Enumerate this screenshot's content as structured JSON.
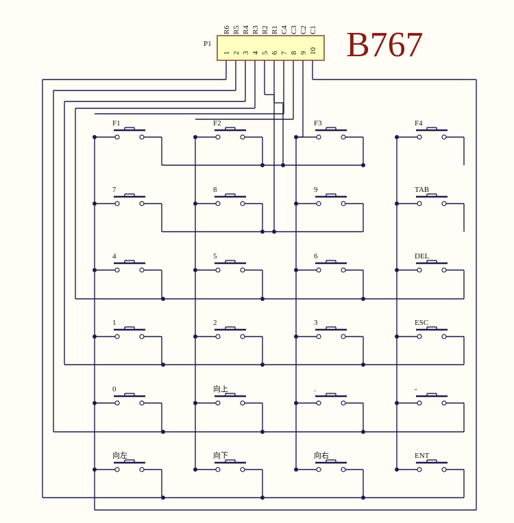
{
  "title": "B767",
  "connector": {
    "designator": "P1",
    "pin_numbers": [
      "1",
      "2",
      "3",
      "4",
      "5",
      "6",
      "7",
      "8",
      "9",
      "10"
    ],
    "pin_names": [
      "R6",
      "R5",
      "R4",
      "R3",
      "R2",
      "R1",
      "C4",
      "C3",
      "C2",
      "C1"
    ]
  },
  "colors": {
    "wire": "#1f1a4a",
    "connector_fill": "#ffffc0",
    "title": "#8b1a14",
    "background": "#fffdf5"
  },
  "keys": [
    [
      "F1",
      "F2",
      "F3",
      "F4"
    ],
    [
      "7",
      "8",
      "9",
      "TAB"
    ],
    [
      "4",
      "5",
      "6",
      "DEL"
    ],
    [
      "1",
      "2",
      "3",
      "ESC"
    ],
    [
      "0",
      "向上",
      ".",
      "-"
    ],
    [
      "向左",
      "向下",
      "向右",
      "ENT"
    ]
  ]
}
